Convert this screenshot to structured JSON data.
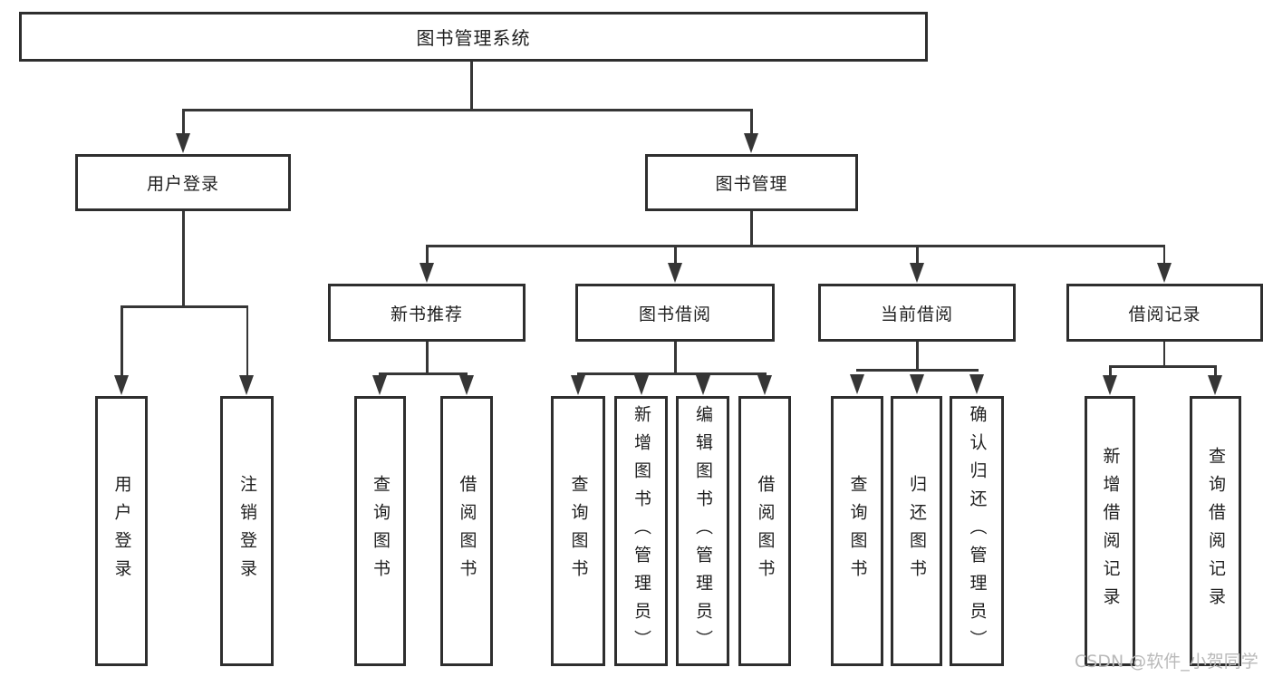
{
  "diagram": {
    "type": "hierarchy-tree",
    "title": "图书管理系统",
    "watermark": "CSDN @软件_小贺同学",
    "colors": {
      "background": "#ffffff",
      "border": "#2e2e2e",
      "line": "#363636",
      "text": "#1f1f1f",
      "watermark": "#b9b9b9"
    },
    "tree": {
      "label": "图书管理系统",
      "children": [
        {
          "label": "用户登录",
          "children": [
            {
              "label": "用户登录"
            },
            {
              "label": "注销登录"
            }
          ]
        },
        {
          "label": "图书管理",
          "children": [
            {
              "label": "新书推荐",
              "children": [
                {
                  "label": "查询图书"
                },
                {
                  "label": "借阅图书"
                }
              ]
            },
            {
              "label": "图书借阅",
              "children": [
                {
                  "label": "查询图书"
                },
                {
                  "label": "新增图书（管理员）"
                },
                {
                  "label": "编辑图书（管理员）"
                },
                {
                  "label": "借阅图书"
                }
              ]
            },
            {
              "label": "当前借阅",
              "children": [
                {
                  "label": "查询图书"
                },
                {
                  "label": "归还图书"
                },
                {
                  "label": "确认归还（管理员）"
                }
              ]
            },
            {
              "label": "借阅记录",
              "children": [
                {
                  "label": "新增借阅记录"
                },
                {
                  "label": "查询借阅记录"
                }
              ]
            }
          ]
        }
      ]
    }
  }
}
